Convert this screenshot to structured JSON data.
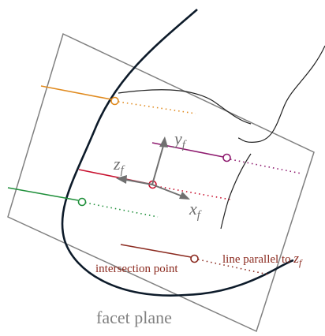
{
  "labels": {
    "y_axis": {
      "main": "y",
      "sub": "f"
    },
    "z_axis": {
      "main": "z",
      "sub": "f"
    },
    "x_axis": {
      "main": "x",
      "sub": "f"
    },
    "intersection_point": "intersection point",
    "line_parallel": {
      "text": "line parallel to ",
      "main": "z",
      "sub": "f"
    },
    "facet_plane": "facet plane"
  },
  "colors": {
    "plane": "#808080",
    "outline": "#0d1b2a",
    "axes": "#707070",
    "orange": "#e08a1e",
    "red": "#c8102e",
    "purple": "#8e1b6f",
    "green": "#1f8f3a",
    "brown": "#8b2a1f"
  }
}
